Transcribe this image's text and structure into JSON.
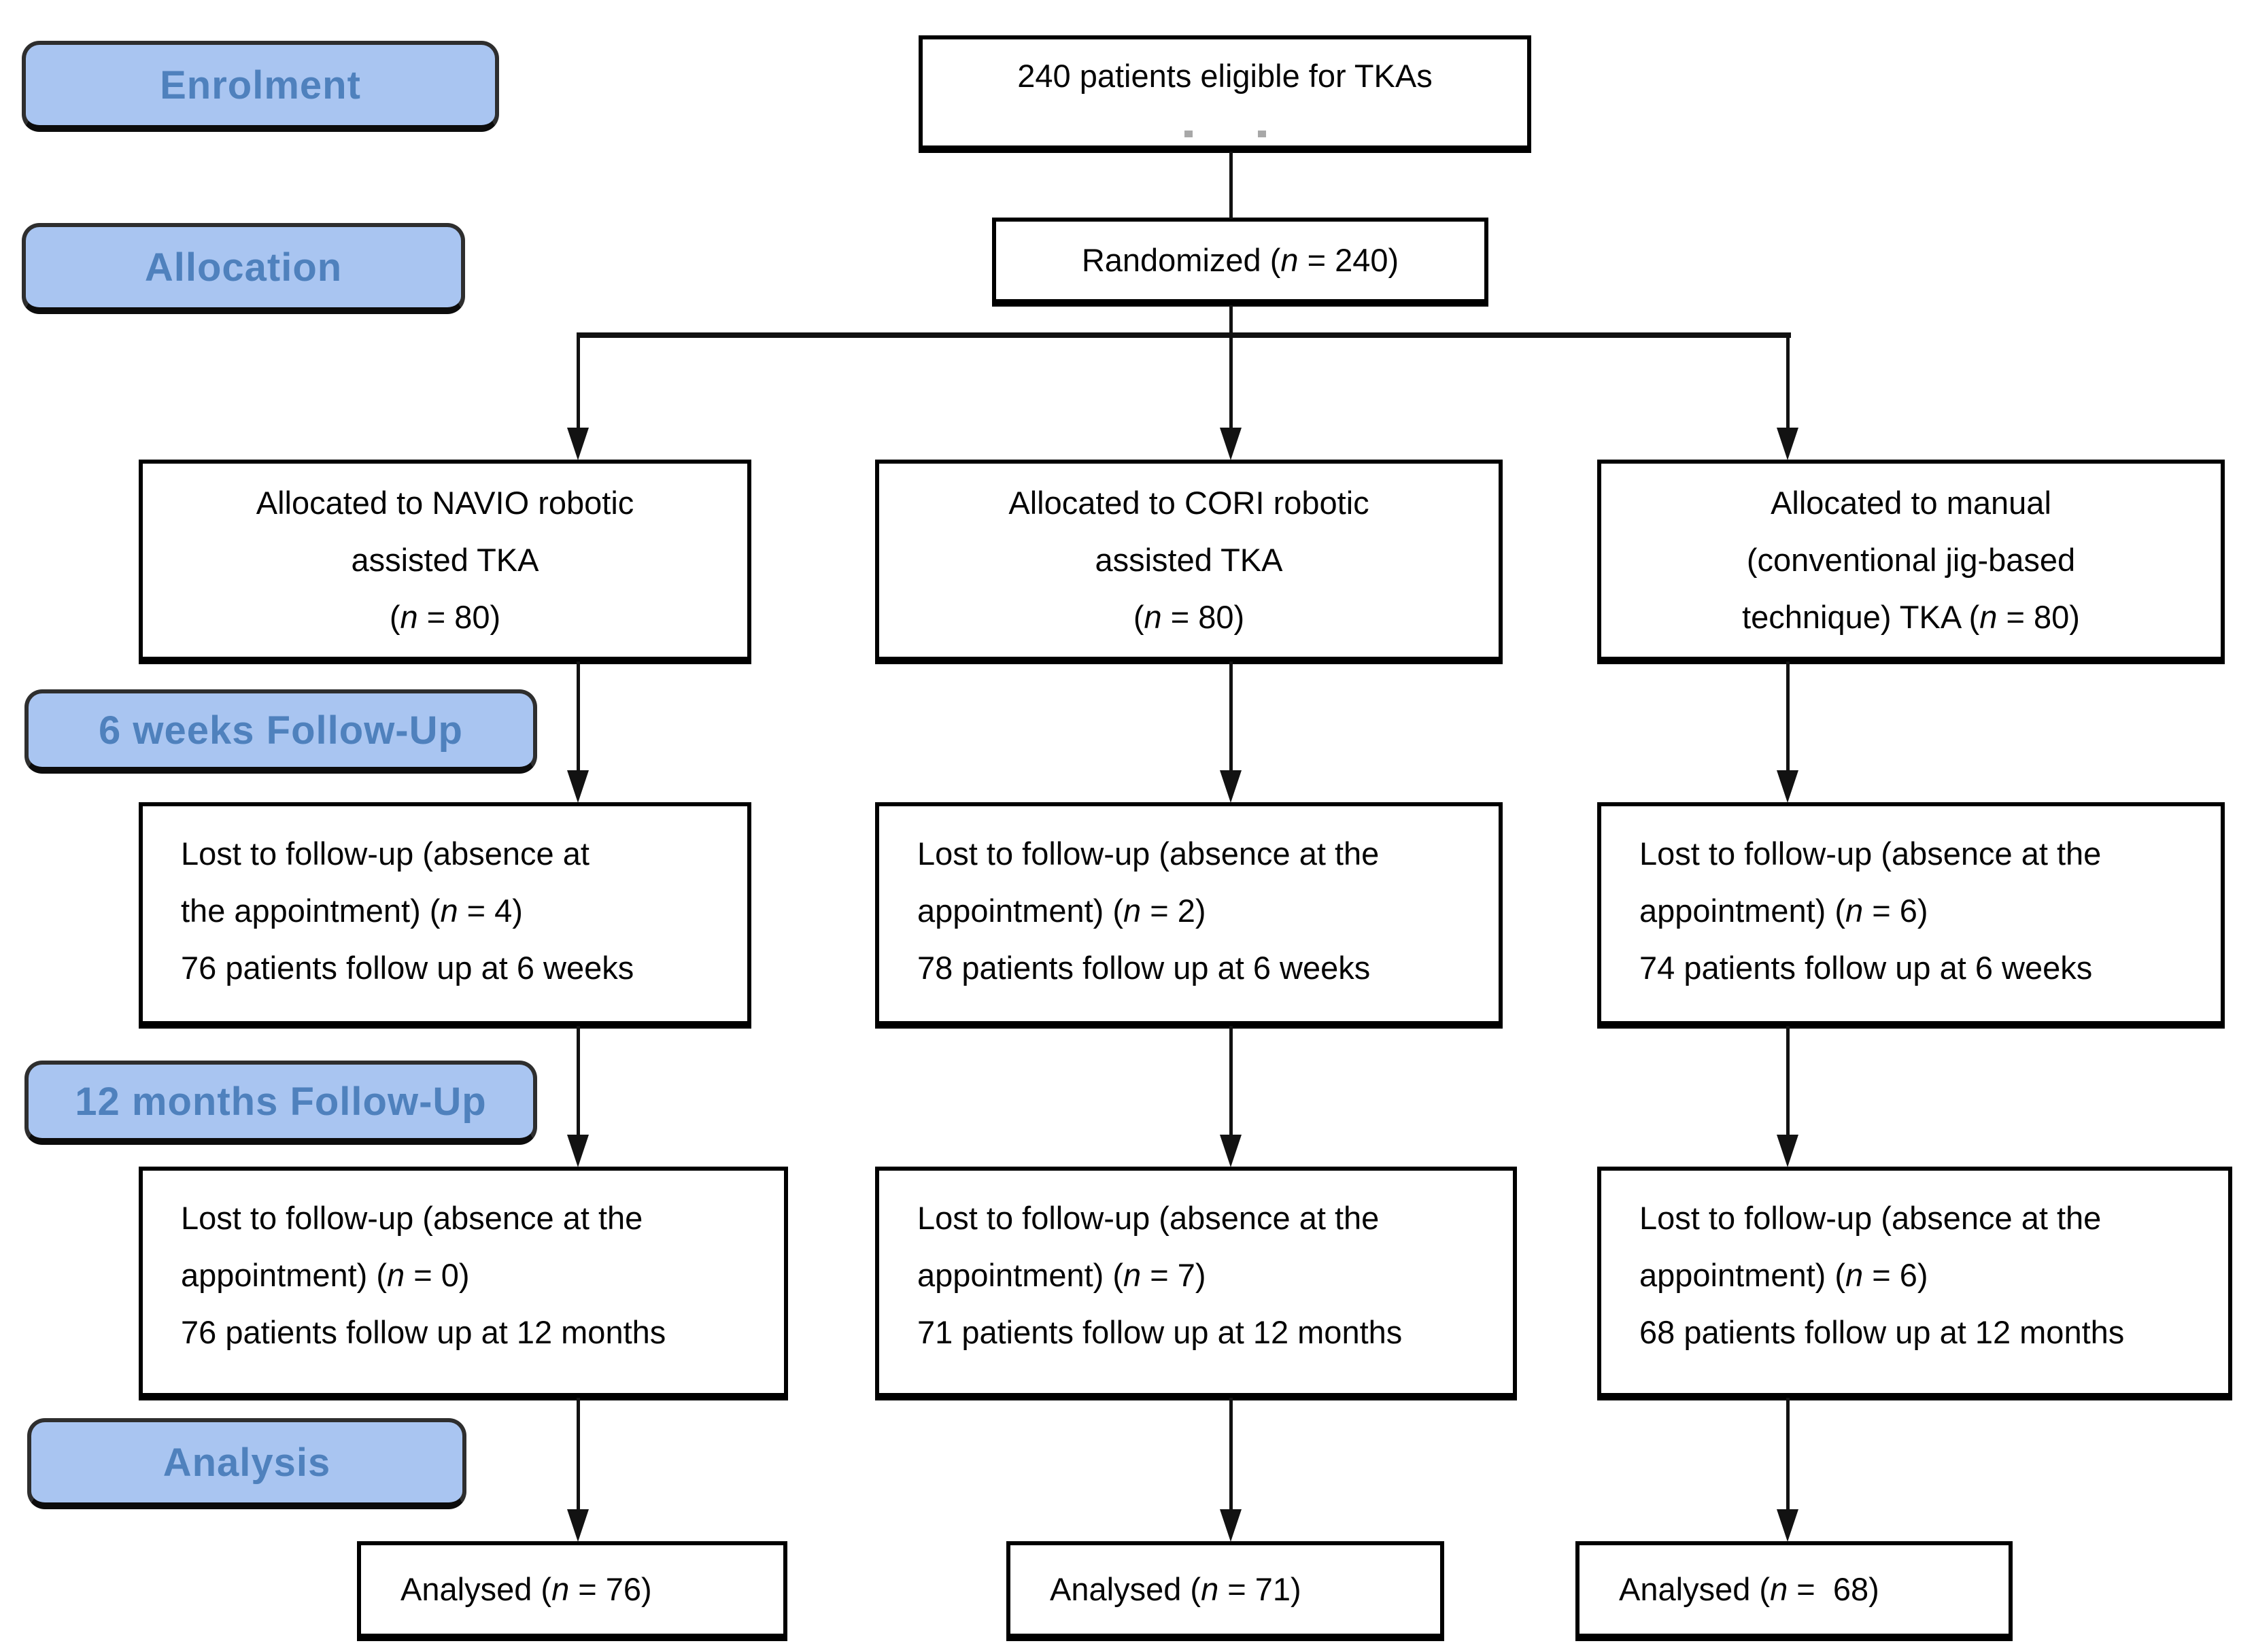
{
  "diagram": {
    "colors": {
      "label_fill": "#a9c5f1",
      "label_text": "#4f81bd",
      "box_border": "#000000",
      "box_background": "#ffffff",
      "connector": "#121212"
    },
    "stages": {
      "enrolment": "Enrolment",
      "allocation": "Allocation",
      "followup6": "6 weeks Follow-Up",
      "followup12": "12 months Follow-Up",
      "analysis": "Analysis"
    },
    "eligible": {
      "lines": [
        "240 patients eligible for TKAs"
      ]
    },
    "randomized": {
      "lines": [
        "Randomized (*n* = 240)"
      ]
    },
    "arms": [
      {
        "name": "NAVIO robotic assisted TKA",
        "allocated": [
          "Allocated to NAVIO robotic",
          "assisted TKA",
          "(*n* = 80)"
        ],
        "followup6": [
          "Lost to follow-up (absence at",
          "the appointment) (*n* = 4)",
          "76 patients follow up at 6 weeks"
        ],
        "followup12": [
          "Lost to follow-up (absence at the",
          "appointment) (*n* = 0)",
          "76 patients follow up at 12 months"
        ],
        "analysed": [
          "Analysed (*n* = 76)"
        ]
      },
      {
        "name": "CORI robotic assisted TKA",
        "allocated": [
          "Allocated to CORI robotic",
          "assisted TKA",
          "(*n* = 80)"
        ],
        "followup6": [
          "Lost to follow-up (absence at the",
          "appointment) (*n* = 2)",
          "78 patients follow up at 6 weeks"
        ],
        "followup12": [
          "Lost to follow-up (absence at the",
          "appointment) (*n* = 7)",
          "71 patients follow up at 12 months"
        ],
        "analysed": [
          "Analysed (*n* = 71)"
        ]
      },
      {
        "name": "manual (conventional jig-based technique) TKA",
        "allocated": [
          "Allocated to manual",
          "(conventional jig-based",
          "technique) TKA (*n* = 80)"
        ],
        "followup6": [
          "Lost to follow-up (absence at the",
          "appointment) (*n* = 6)",
          "74 patients follow up at 6 weeks"
        ],
        "followup12": [
          "Lost to follow-up (absence at the",
          "appointment) (*n* = 6)",
          "68 patients follow up at 12 months"
        ],
        "analysed": [
          "Analysed (*n* =  68)"
        ]
      }
    ]
  }
}
